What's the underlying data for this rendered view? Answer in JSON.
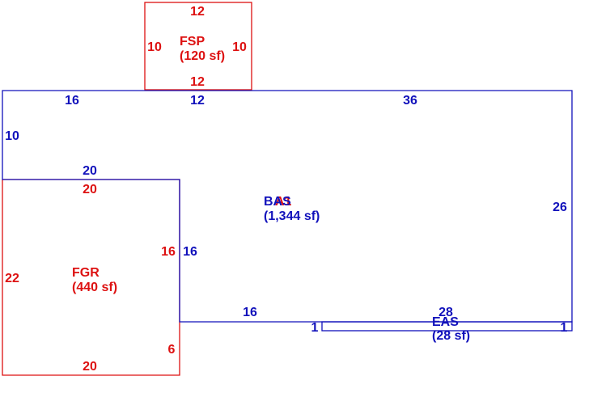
{
  "colors": {
    "red": "#dd1111",
    "blue": "#1111bb"
  },
  "areas": {
    "fsp": {
      "code": "FSP",
      "area": "(120 sf)"
    },
    "fgr": {
      "code": "FGR",
      "area": "(440 sf)"
    },
    "bas": {
      "code": "BAS",
      "overlap_code": "A1",
      "area": "(1,344 sf)"
    },
    "eas": {
      "code": "EAS",
      "area": "(28 sf)"
    }
  },
  "dims": {
    "fsp_top": "12",
    "fsp_left": "10",
    "fsp_right": "10",
    "fsp_bottom": "12",
    "bas_top_left": "16",
    "bas_top_mid": "12",
    "bas_top_right": "36",
    "bas_left": "10",
    "bas_right": "26",
    "bas_step_top": "20",
    "bas_step_side": "16",
    "bas_bottom": "16",
    "fgr_top": "20",
    "fgr_left": "22",
    "fgr_right_upper": "16",
    "fgr_right_lower": "6",
    "fgr_bottom": "20",
    "eas_top": "28",
    "eas_left": "1",
    "eas_right": "1"
  }
}
